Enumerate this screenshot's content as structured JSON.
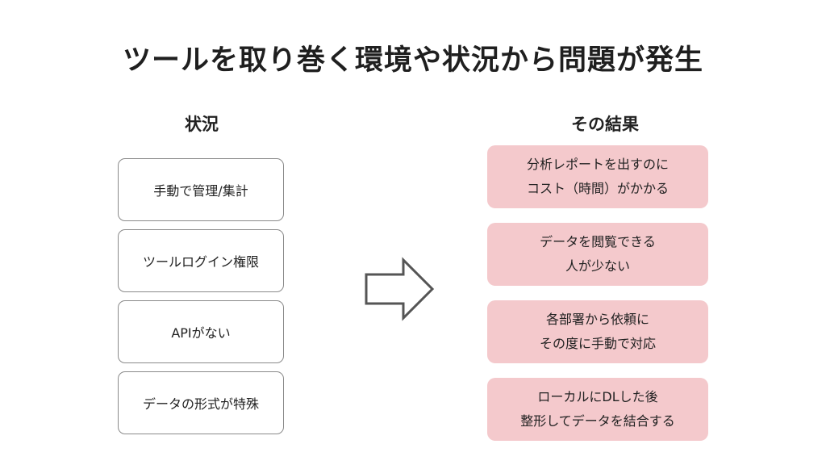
{
  "title": "ツールを取り巻く環境や状況から問題が発生",
  "left_column": {
    "heading": "状況",
    "items": [
      {
        "label": "手動で管理/集計"
      },
      {
        "label": "ツールログイン権限"
      },
      {
        "label": "APIがない"
      },
      {
        "label": "データの形式が特殊"
      }
    ]
  },
  "right_column": {
    "heading": "その結果",
    "items": [
      {
        "line1": "分析レポートを出すのに",
        "line2": "コスト（時間）がかかる"
      },
      {
        "line1": "データを閲覧できる",
        "line2": "人が少ない"
      },
      {
        "line1": "各部署から依頼に",
        "line2": "その度に手動で対応"
      },
      {
        "line1": "ローカルにDLした後",
        "line2": "整形してデータを結合する"
      }
    ]
  },
  "colors": {
    "result_box_fill": "#f4c9cc",
    "situation_box_border": "#8a8a8a",
    "arrow_stroke": "#555555"
  },
  "icons": {
    "arrow": "right-arrow-icon"
  }
}
